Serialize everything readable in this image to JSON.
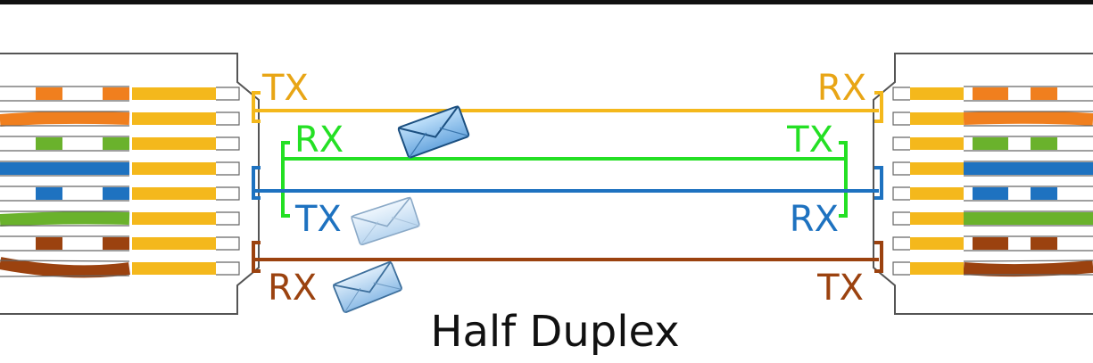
{
  "title": "Half Duplex",
  "colors": {
    "orange": "#f07f1e",
    "orange_label": "#e8a515",
    "green": "#24e024",
    "green_wire": "#6ab22c",
    "blue": "#1e72c0",
    "brown": "#9b420f",
    "yellow": "#f4b81c",
    "top_bar": "#111111"
  },
  "labels": {
    "left_orange": "TX",
    "left_green": "RX",
    "left_blue": "TX",
    "left_brown": "RX",
    "right_orange": "RX",
    "right_green": "TX",
    "right_blue": "RX",
    "right_brown": "TX"
  },
  "icons": {
    "message_1": "envelope-icon",
    "message_2": "envelope-icon",
    "message_3": "envelope-icon"
  }
}
